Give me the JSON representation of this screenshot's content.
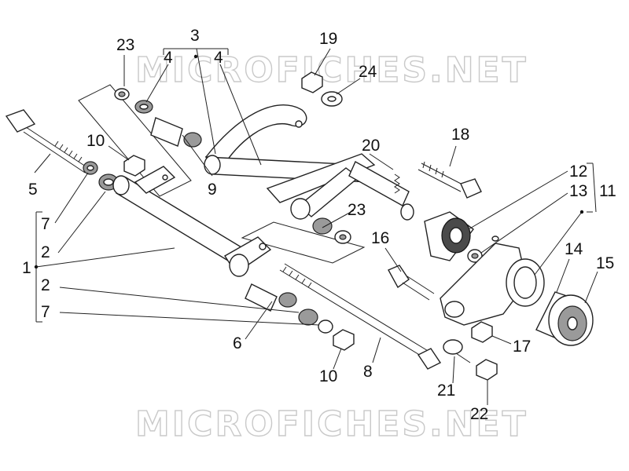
{
  "watermark": {
    "top": "MICROFICHES.NET",
    "bottom": "MICROFICHES.NET"
  },
  "callouts": [
    {
      "id": "c23a",
      "text": "23"
    },
    {
      "id": "c3",
      "text": "3"
    },
    {
      "id": "c4a",
      "text": "4"
    },
    {
      "id": "c4b",
      "text": "4"
    },
    {
      "id": "c19",
      "text": "19"
    },
    {
      "id": "c24",
      "text": "24"
    },
    {
      "id": "c10a",
      "text": "10"
    },
    {
      "id": "c5",
      "text": "5"
    },
    {
      "id": "c9",
      "text": "9"
    },
    {
      "id": "c20",
      "text": "20"
    },
    {
      "id": "c18",
      "text": "18"
    },
    {
      "id": "c12",
      "text": "12"
    },
    {
      "id": "c13",
      "text": "13"
    },
    {
      "id": "c11",
      "text": "11"
    },
    {
      "id": "c7a",
      "text": "7"
    },
    {
      "id": "c23b",
      "text": "23"
    },
    {
      "id": "c2a",
      "text": "2"
    },
    {
      "id": "c16",
      "text": "16"
    },
    {
      "id": "c14",
      "text": "14"
    },
    {
      "id": "c15",
      "text": "15"
    },
    {
      "id": "c1",
      "text": "1"
    },
    {
      "id": "c2b",
      "text": "2"
    },
    {
      "id": "c7b",
      "text": "7"
    },
    {
      "id": "c6",
      "text": "6"
    },
    {
      "id": "c17",
      "text": "17"
    },
    {
      "id": "c10b",
      "text": "10"
    },
    {
      "id": "c8",
      "text": "8"
    },
    {
      "id": "c21",
      "text": "21"
    },
    {
      "id": "c22",
      "text": "22"
    }
  ]
}
